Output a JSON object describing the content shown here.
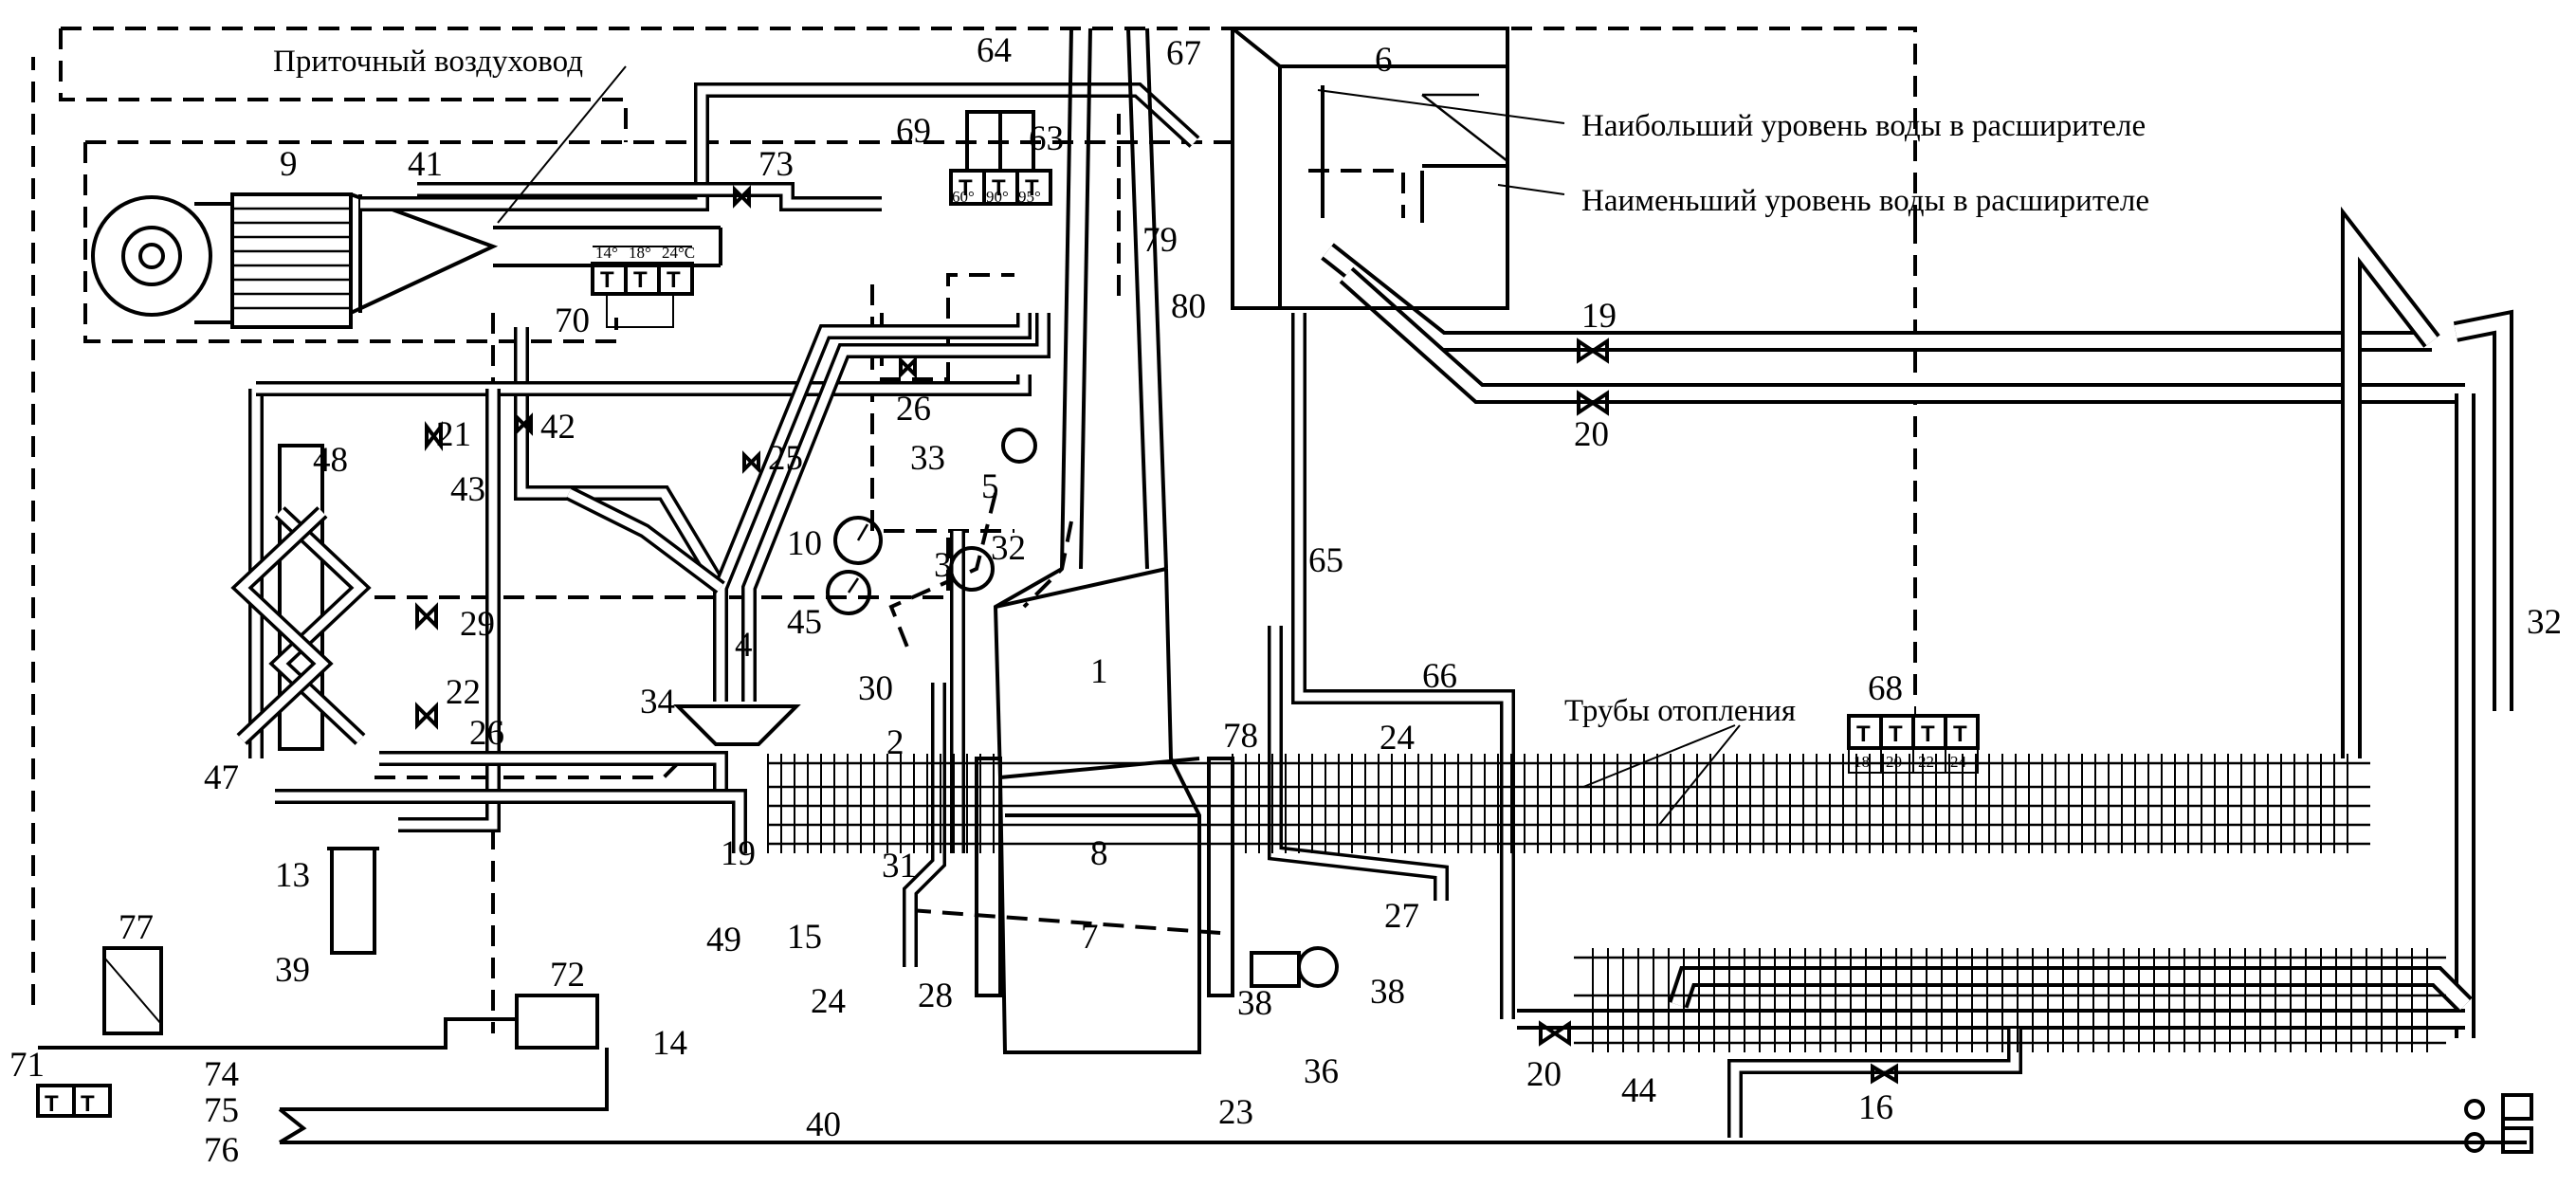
{
  "captions": {
    "supply_duct": "Приточный воздуховод",
    "max_water_level": "Наибольший уровень воды в расширителе",
    "min_water_level": "Наименьший уровень воды в расширителе",
    "heating_pipes": "Трубы отопления"
  },
  "labels": [
    "1",
    "2",
    "3",
    "4",
    "5",
    "6",
    "7",
    "8",
    "9",
    "10",
    "13",
    "14",
    "15",
    "16",
    "19",
    "19",
    "20",
    "20",
    "21",
    "22",
    "23",
    "24",
    "24",
    "25",
    "26",
    "26",
    "27",
    "28",
    "29",
    "30",
    "31",
    "32",
    "32",
    "33",
    "34",
    "36",
    "38",
    "38",
    "39",
    "40",
    "41",
    "42",
    "43",
    "44",
    "45",
    "47",
    "48",
    "49",
    "63",
    "64",
    "65",
    "66",
    "67",
    "68",
    "69",
    "70",
    "71",
    "72",
    "73",
    "74",
    "75",
    "76",
    "77",
    "78",
    "79",
    "80"
  ],
  "thermo_sets": {
    "set_69": {
      "letters": [
        "Т",
        "Т",
        "Т"
      ],
      "values": [
        "60°",
        "90°",
        "95°"
      ]
    },
    "set_70": {
      "letters": [
        "Т",
        "Т",
        "Т"
      ],
      "values": [
        "14°",
        "18°",
        "24°C"
      ]
    },
    "set_68": {
      "letters": [
        "Т",
        "Т",
        "Т",
        "Т"
      ],
      "values": [
        "18",
        "20",
        "22",
        "24"
      ]
    },
    "set_71": {
      "letters": [
        "Т",
        "Т"
      ]
    }
  }
}
